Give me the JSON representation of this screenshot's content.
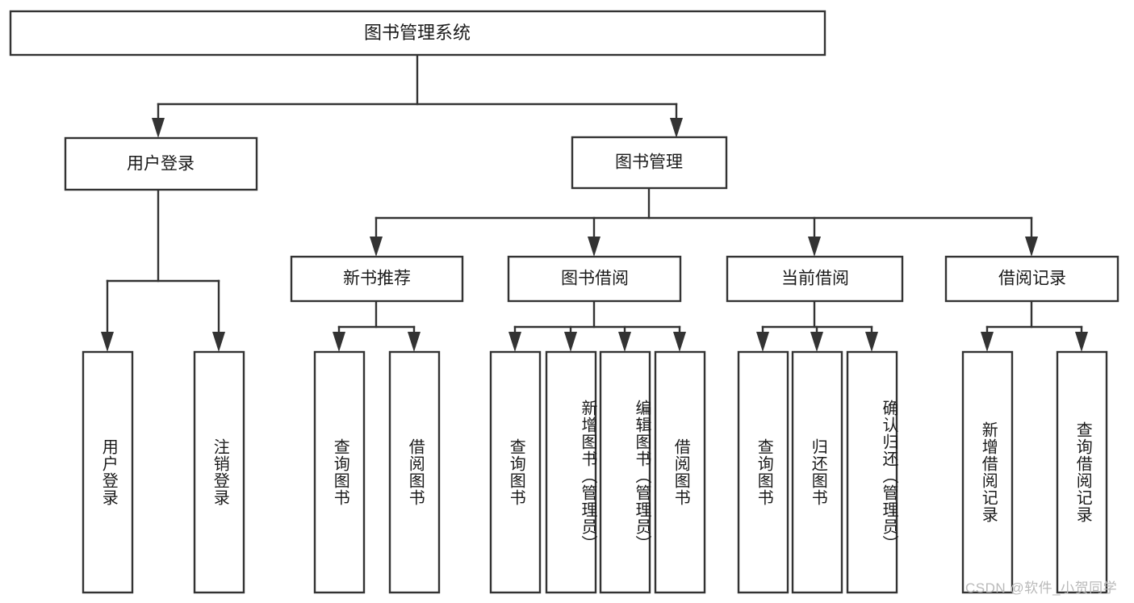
{
  "diagram": {
    "type": "tree-hierarchy-chart",
    "title": "图书管理系统",
    "root": {
      "id": "root",
      "label": "图书管理系统"
    },
    "level1": [
      {
        "id": "user-login",
        "label": "用户登录"
      },
      {
        "id": "book-manage",
        "label": "图书管理"
      }
    ],
    "level2": [
      {
        "id": "new-book-recommend",
        "label": "新书推荐",
        "parent": "book-manage"
      },
      {
        "id": "book-borrow",
        "label": "图书借阅",
        "parent": "book-manage"
      },
      {
        "id": "current-borrow",
        "label": "当前借阅",
        "parent": "book-manage"
      },
      {
        "id": "borrow-record",
        "label": "借阅记录",
        "parent": "book-manage"
      }
    ],
    "leaves": [
      {
        "id": "leaf-user-login",
        "label": "用户登录",
        "parent": "user-login"
      },
      {
        "id": "leaf-logout-login",
        "label": "注销登录",
        "parent": "user-login"
      },
      {
        "id": "leaf-query-book-1",
        "label": "查询图书",
        "parent": "new-book-recommend"
      },
      {
        "id": "leaf-borrow-book-1",
        "label": "借阅图书",
        "parent": "new-book-recommend"
      },
      {
        "id": "leaf-query-book-2",
        "label": "查询图书",
        "parent": "book-borrow"
      },
      {
        "id": "leaf-add-book",
        "label": "新增图书（管理员）",
        "parent": "book-borrow"
      },
      {
        "id": "leaf-edit-book",
        "label": "编辑图书（管理员）",
        "parent": "book-borrow"
      },
      {
        "id": "leaf-borrow-book-2",
        "label": "借阅图书",
        "parent": "book-borrow"
      },
      {
        "id": "leaf-query-book-3",
        "label": "查询图书",
        "parent": "current-borrow"
      },
      {
        "id": "leaf-return-book",
        "label": "归还图书",
        "parent": "current-borrow"
      },
      {
        "id": "leaf-confirm-return",
        "label": "确认归还（管理员）",
        "parent": "current-borrow"
      },
      {
        "id": "leaf-add-record",
        "label": "新增借阅记录",
        "parent": "borrow-record"
      },
      {
        "id": "leaf-query-record",
        "label": "查询借阅记录",
        "parent": "borrow-record"
      }
    ],
    "colors": {
      "stroke": "#333333",
      "fill": "#ffffff",
      "text": "#1a1a1a",
      "watermark": "#b9b9b9",
      "background": "#ffffff"
    }
  },
  "watermark": {
    "text": "CSDN @软件_小贺同学"
  }
}
